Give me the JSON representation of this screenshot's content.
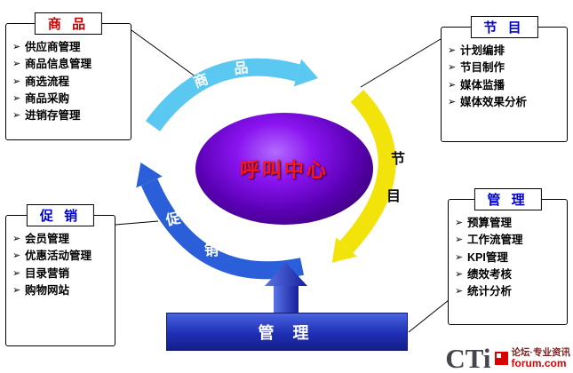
{
  "bullet": "➢",
  "center": {
    "label": "呼叫中心"
  },
  "cycle": {
    "top": {
      "chars": [
        "商",
        "品"
      ]
    },
    "right": {
      "chars": [
        "节",
        "目"
      ]
    },
    "left": {
      "chars": [
        "促",
        "销"
      ]
    },
    "bottom_bar": {
      "label": "管  理"
    }
  },
  "boxes": {
    "product": {
      "title": "商 品",
      "items": [
        "供应商管理",
        "商品信息管理",
        "商选流程",
        "商品采购",
        "进销存管理"
      ]
    },
    "program": {
      "title": "节 目",
      "items": [
        "计划编排",
        "节目制作",
        "媒体监播",
        "媒体效果分析"
      ]
    },
    "promotion": {
      "title": "促 销",
      "items": [
        "会员管理",
        "优惠活动管理",
        "目录营销",
        "购物网站"
      ]
    },
    "management": {
      "title": "管 理",
      "items": [
        "预算管理",
        "工作流管理",
        "KPI管理",
        "绩效考核",
        "统计分析"
      ]
    }
  },
  "logo": {
    "name": "CTi",
    "tagline": "论坛·专业资讯",
    "site": "forum.com"
  },
  "colors": {
    "top_arrow": "#5ac8f0",
    "right_arrow": "#f2e40a",
    "left_arrow": "#2b5fd9",
    "bar": "#1e2fb4",
    "center_text": "#ff1414"
  }
}
